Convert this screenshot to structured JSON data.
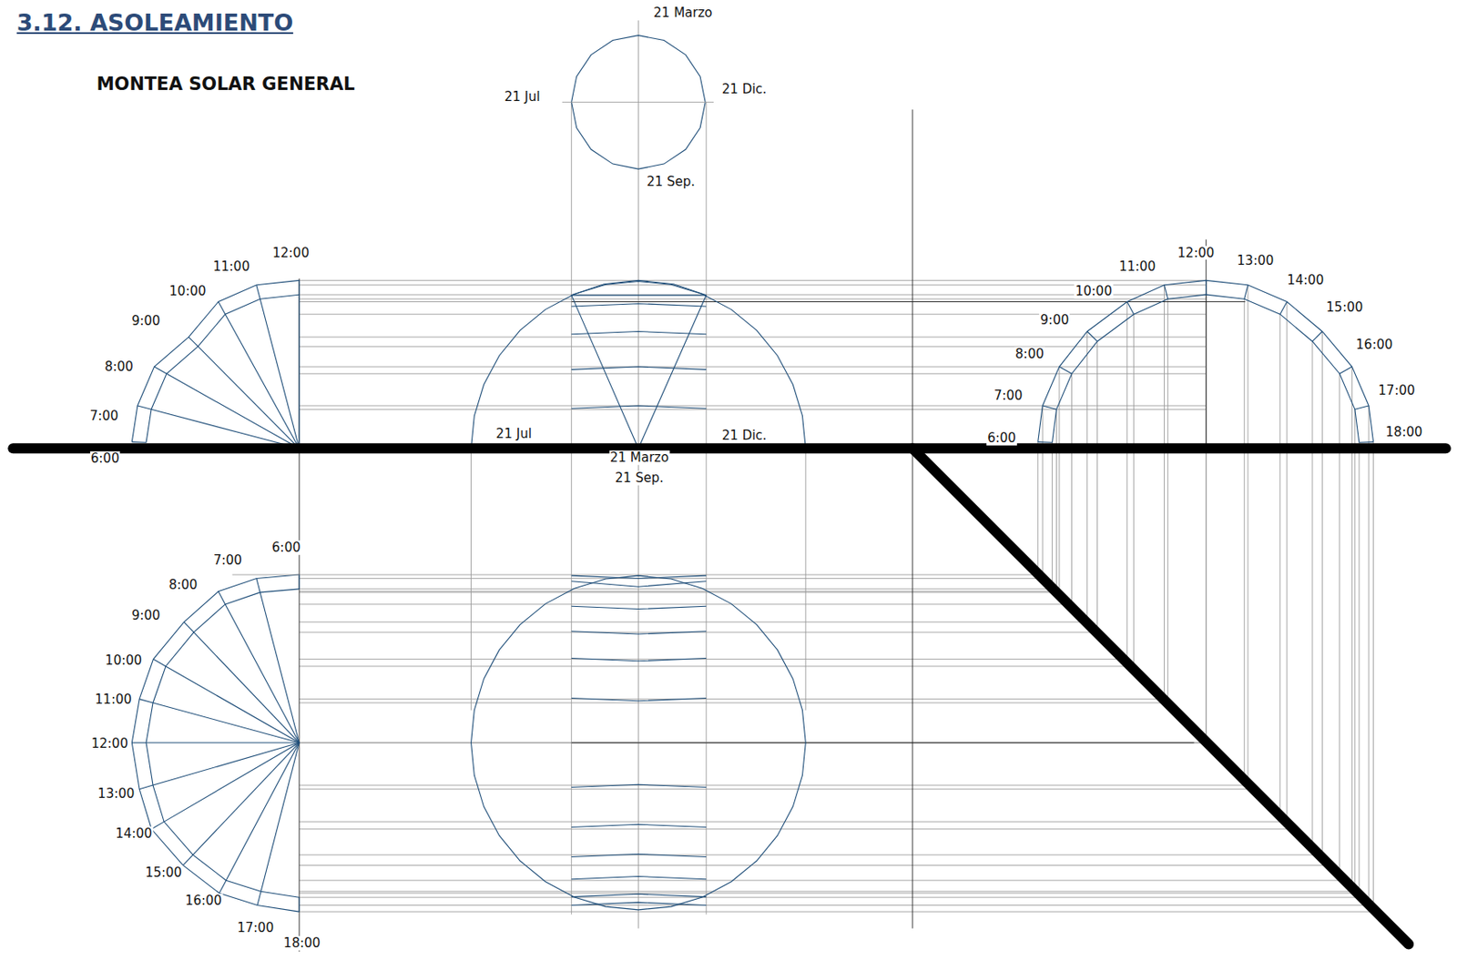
{
  "diagram": {
    "title": "3.12. ASOLEAMIENTO",
    "labels": [
      "MONTEA SOLAR GENERAL",
      "21 Marzo",
      "21 Jul",
      "21 Dic.",
      "21 Sep.",
      "12:00",
      "11:00",
      "10:00",
      "9:00",
      "8:00",
      "7:00",
      "6:00",
      "21 Jul",
      "21 Dic.",
      "21 Marzo",
      "21 Sep.",
      "12:00",
      "11:00",
      "13:00",
      "10:00",
      "14:00",
      "9:00",
      "15:00",
      "8:00",
      "16:00",
      "7:00",
      "17:00",
      "6:00",
      "18:00",
      "6:00",
      "7:00",
      "8:00",
      "9:00",
      "10:00",
      "11:00",
      "12:00",
      "13:00",
      "14:00",
      "15:00",
      "16:00",
      "17:00",
      "18:00"
    ]
  }
}
